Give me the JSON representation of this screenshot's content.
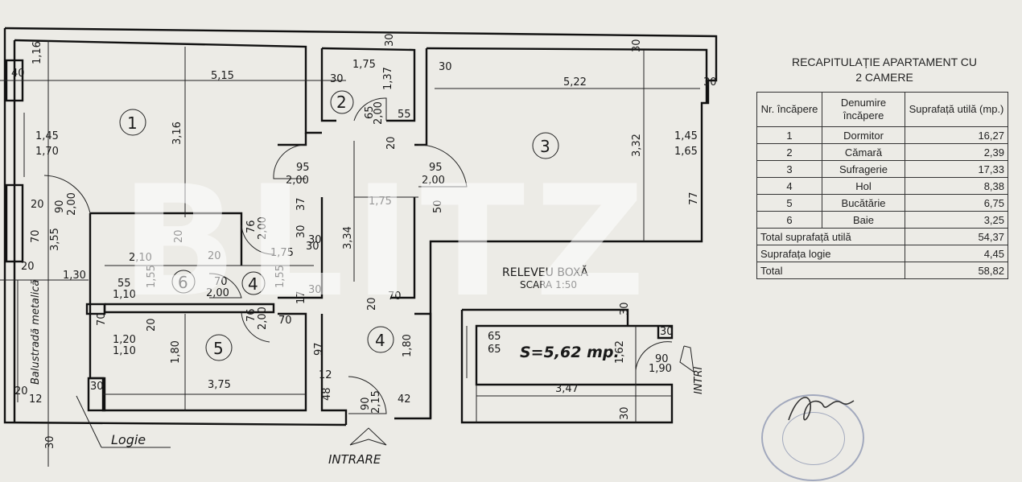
{
  "summary": {
    "title_line1": "RECAPITULAȚIE APARTAMENT CU",
    "title_line2": "2 CAMERE",
    "headers": {
      "nr": "Nr. încăpere",
      "name": "Denumire încăpere",
      "area": "Suprafață utilă (mp.)"
    },
    "rooms": [
      {
        "nr": "1",
        "name": "Dormitor",
        "area": "16,27"
      },
      {
        "nr": "2",
        "name": "Cămară",
        "area": "2,39"
      },
      {
        "nr": "3",
        "name": "Sufragerie",
        "area": "17,33"
      },
      {
        "nr": "4",
        "name": "Hol",
        "area": "8,38"
      },
      {
        "nr": "5",
        "name": "Bucătărie",
        "area": "6,75"
      },
      {
        "nr": "6",
        "name": "Baie",
        "area": "3,25"
      }
    ],
    "totals": [
      {
        "label": "Total suprafață utilă",
        "value": "54,37"
      },
      {
        "label": "Suprafața logie",
        "value": "4,45"
      },
      {
        "label": "Total",
        "value": "58,82"
      }
    ]
  },
  "plan": {
    "room_numbers": [
      "1",
      "2",
      "3",
      "4",
      "5",
      "6",
      "4"
    ],
    "dims": {
      "d_40": "40",
      "d_116": "1,16",
      "d_515": "5,15",
      "d_30a": "30",
      "d_175a": "1,75",
      "d_30b": "30",
      "d_137": "1,37",
      "d_30c": "30",
      "d_522": "5,22",
      "d_30d": "30",
      "d_30e": "30",
      "d_145a": "1,45",
      "d_170": "1,70",
      "d_316": "3,16",
      "d_65": "65",
      "d_200a": "2,00",
      "d_55a": "55",
      "d_20a": "20",
      "d_332": "3,32",
      "d_145b": "1,45",
      "d_165": "1,65",
      "d_95a": "95",
      "d_200b": "2,00",
      "d_95b": "95",
      "d_200c": "2,00",
      "d_20b": "20",
      "d_90a": "90",
      "d_200d": "2,00",
      "d_37": "37",
      "d_175b": "1,75",
      "d_50": "50",
      "d_77": "77",
      "d_70a": "70",
      "d_355": "3,55",
      "d_20c": "20",
      "d_76a": "76",
      "d_200e": "2,00",
      "d_30f": "30",
      "d_30g": "30",
      "d_334": "3,34",
      "d_210": "2,10",
      "d_20d": "20",
      "d_175c": "1,75",
      "d_30h": "30",
      "d_155a": "1,55",
      "d_155b": "1,55",
      "d_130": "1,30",
      "d_20e": "20",
      "d_70b": "70",
      "d_200f": "2,00",
      "d_55b": "55",
      "d_110a": "1,10",
      "d_30i": "30",
      "d_17": "17",
      "d_70c": "70",
      "d_76b": "76",
      "d_200g": "2,00",
      "d_70d": "70",
      "d_20f": "20",
      "d_70e": "70",
      "d_20g": "20",
      "d_120": "1,20",
      "d_110b": "1,10",
      "d_180a": "1,80",
      "d_97": "97",
      "d_180b": "1,80",
      "d_12a": "12",
      "d_375": "3,75",
      "d_48": "48",
      "d_90b": "90",
      "d_215": "2,15",
      "d_42": "42",
      "d_20h": "20",
      "d_12b": "12",
      "d_30j": "30",
      "d_30k": "30",
      "d_30l": "30",
      "d_65b": "65",
      "d_65c": "65",
      "d_162": "1,62",
      "d_90c": "90",
      "d_190": "1,90",
      "d_347": "3,47",
      "d_30m": "30"
    },
    "labels": {
      "balustrada": "Balustradă metalică",
      "logie": "Logie",
      "intrare": "INTRARE",
      "intrare_box": "INTRI",
      "releveu": "RELEVEU BOXĂ",
      "scara": "SCARA 1:50",
      "box_area": "S=5,62 mp."
    }
  },
  "watermark": "BLITZ"
}
